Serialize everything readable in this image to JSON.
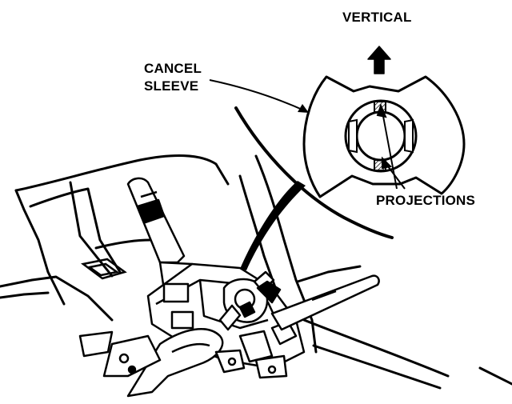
{
  "labels": {
    "vertical": "VERTICAL",
    "cancel_sleeve_line1": "CANCEL",
    "cancel_sleeve_line2": "SLEEVE",
    "projections": "PROJECTIONS"
  },
  "colors": {
    "ink": "#000000",
    "paper": "#ffffff",
    "hatch": "#555555"
  },
  "icons": {
    "direction": "arrow-up-icon"
  }
}
